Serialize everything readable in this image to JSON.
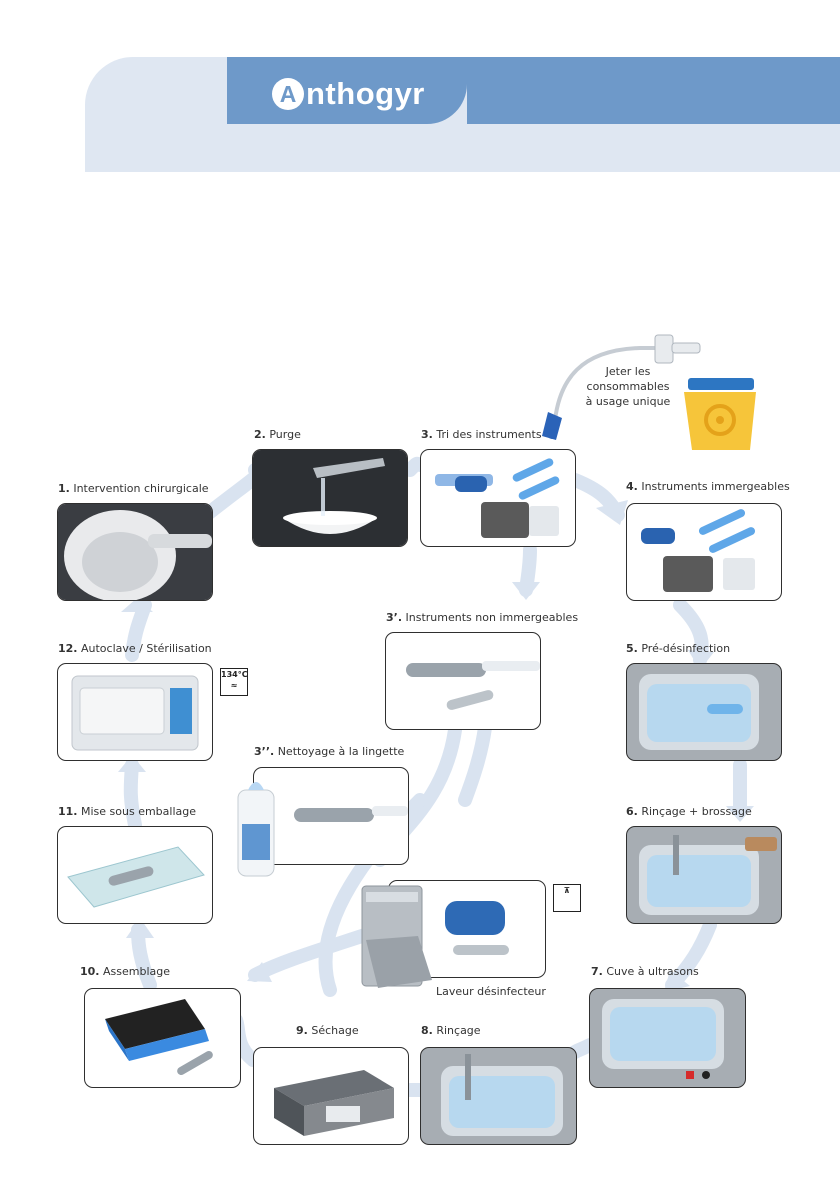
{
  "brand": {
    "logo_letter": "A",
    "logo_rest": "nthogyr"
  },
  "colors": {
    "accent": "#6e99c9",
    "header_light": "#dfe7f2",
    "flow": "#d6e1ef"
  },
  "waste_note": "Jeter les consommables à usage unique",
  "waste_note_lines": [
    "Jeter les",
    "consommables",
    "à usage unique"
  ],
  "autoclave_badge": "134°C",
  "steps": [
    {
      "num": "1.",
      "label": "Intervention chirurgicale"
    },
    {
      "num": "2.",
      "label": "Purge"
    },
    {
      "num": "3.",
      "label": "Tri des instruments"
    },
    {
      "num": "3’.",
      "label": "Instruments non immergeables"
    },
    {
      "num": "3’’.",
      "label": "Nettoyage à la lingette"
    },
    {
      "num": "4.",
      "label": "Instruments immergeables"
    },
    {
      "num": "5.",
      "label": "Pré-désinfection"
    },
    {
      "num": "6.",
      "label": "Rinçage + brossage"
    },
    {
      "num": "7.",
      "label": "Cuve à ultrasons"
    },
    {
      "num": "8.",
      "label": "Rinçage"
    },
    {
      "num": "9.",
      "label": "Séchage"
    },
    {
      "num": "10.",
      "label": "Assemblage"
    },
    {
      "num": "11.",
      "label": "Mise sous emballage"
    },
    {
      "num": "12.",
      "label": "Autoclave / Stérilisation"
    }
  ],
  "washer_label": "Laveur désinfecteur"
}
